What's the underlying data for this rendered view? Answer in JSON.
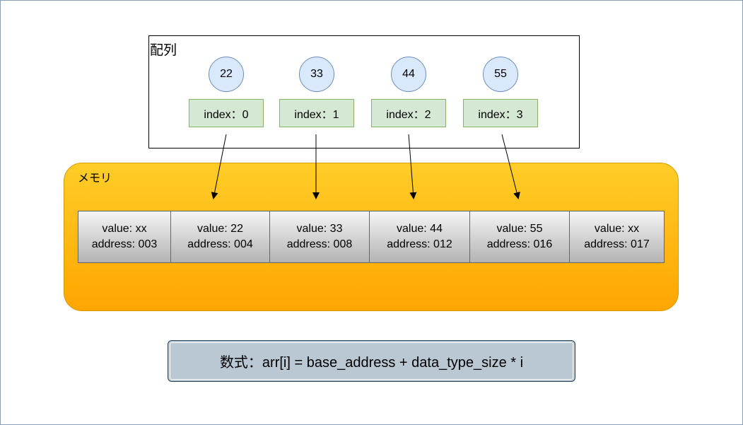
{
  "array": {
    "title": "配列",
    "values": [
      "22",
      "33",
      "44",
      "55"
    ],
    "indices": [
      "index：0",
      "index：1",
      "index：2",
      "index：3"
    ]
  },
  "memory": {
    "title": "メモリ",
    "cells": [
      {
        "value": "value: xx",
        "address": "address: 003"
      },
      {
        "value": "value: 22",
        "address": "address: 004"
      },
      {
        "value": "value: 33",
        "address": "address: 008"
      },
      {
        "value": "value: 44",
        "address": "address: 012"
      },
      {
        "value": "value: 55",
        "address": "address: 016"
      },
      {
        "value": "value: xx",
        "address": "address: 017"
      }
    ]
  },
  "formula": {
    "text": "数式：arr[i] = base_address + data_type_size * i"
  },
  "colors": {
    "circle_fill": "#dae8fc",
    "index_fill": "#d5e8d4",
    "memory_top": "#ffcd28",
    "memory_bottom": "#ffa500",
    "formula_fill": "#bac8d3"
  }
}
